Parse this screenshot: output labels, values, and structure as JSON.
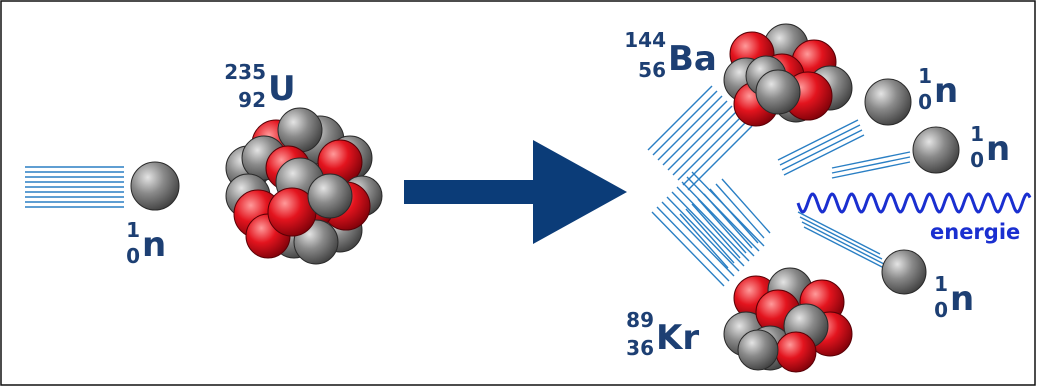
{
  "colors": {
    "frame": "#111111",
    "ink": "#1d3f73",
    "arrow": "#0b3c78",
    "motion_lines": "#2a7fc4",
    "wave": "#1a2fd0",
    "neutron": "#7a7a7a",
    "proton": "#e0101a"
  },
  "icons": [
    "neutron-particle-icon",
    "uranium-nucleus-icon",
    "reaction-arrow-icon",
    "barium-nucleus-icon",
    "krypton-nucleus-icon",
    "energy-wave-icon"
  ],
  "incoming_neutron": {
    "mass": "1",
    "atomic": "0",
    "symbol": "n"
  },
  "uranium": {
    "mass": "235",
    "atomic": "92",
    "symbol": "U"
  },
  "barium": {
    "mass": "144",
    "atomic": "56",
    "symbol": "Ba"
  },
  "krypton": {
    "mass": "89",
    "atomic": "36",
    "symbol": "Kr"
  },
  "released_neutrons": [
    {
      "mass": "1",
      "atomic": "0",
      "symbol": "n"
    },
    {
      "mass": "1",
      "atomic": "0",
      "symbol": "n"
    },
    {
      "mass": "1",
      "atomic": "0",
      "symbol": "n"
    }
  ],
  "energy_label": "energie"
}
